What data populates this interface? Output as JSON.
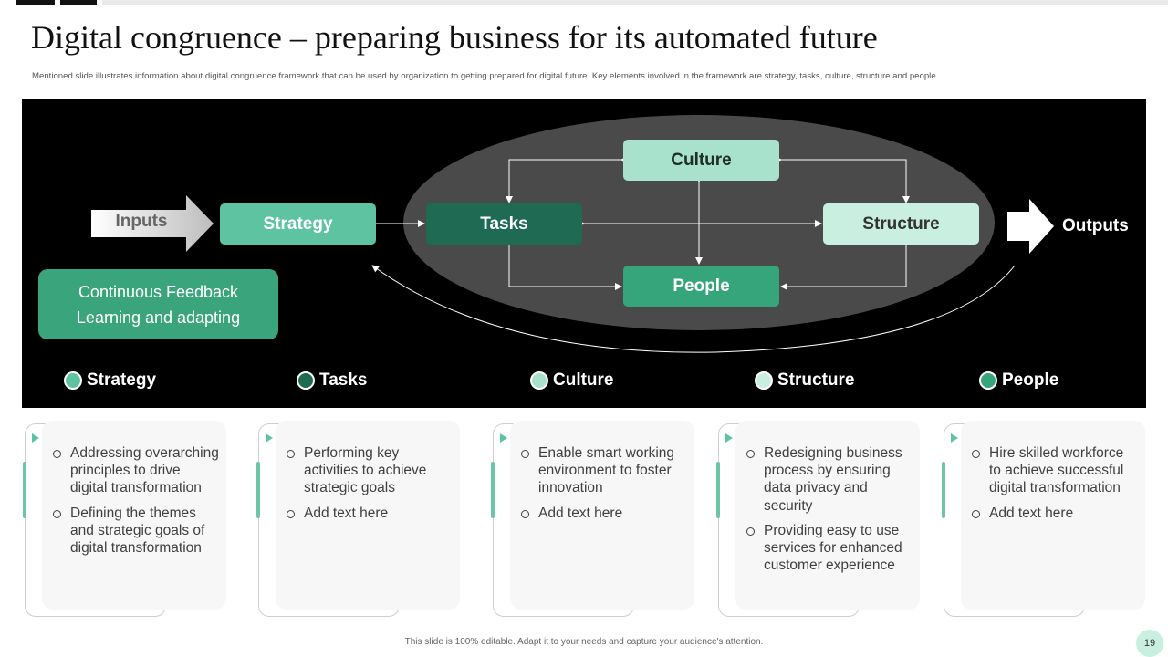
{
  "title": "Digital congruence – preparing business for its automated future",
  "subtitle": "Mentioned slide illustrates information about digital congruence framework that can be used by organization to getting prepared for digital future. Key elements involved in the framework are strategy, tasks, culture, structure and people.",
  "diagram": {
    "inputs_label": "Inputs",
    "outputs_label": "Outputs",
    "strategy": "Strategy",
    "tasks": "Tasks",
    "culture": "Culture",
    "structure": "Structure",
    "people": "People",
    "feedback_line1": "Continuous Feedback",
    "feedback_line2": "Learning and adapting"
  },
  "legend": [
    {
      "label": "Strategy",
      "color": "#5ec3a0"
    },
    {
      "label": "Tasks",
      "color": "#1f6a52"
    },
    {
      "label": "Culture",
      "color": "#a9e2cc"
    },
    {
      "label": "Structure",
      "color": "#c9efe0"
    },
    {
      "label": "People",
      "color": "#37a57c"
    }
  ],
  "cards": [
    {
      "items": [
        "Addressing overarching principles to drive digital transformation",
        "Defining the themes and strategic goals of digital transformation"
      ]
    },
    {
      "items": [
        "Performing key activities to achieve strategic goals",
        "Add text here"
      ]
    },
    {
      "items": [
        "Enable smart working environment to foster innovation",
        "Add text here"
      ]
    },
    {
      "items": [
        "Redesigning business process by ensuring data privacy and security",
        "Providing easy to use services for enhanced customer experience"
      ]
    },
    {
      "items": [
        "Hire skilled workforce to achieve successful digital transformation",
        "Add text here"
      ]
    }
  ],
  "footer": "This slide is 100% editable. Adapt it to your needs and capture your audience's attention.",
  "page_number": "19",
  "colors": {
    "accent": "#5ec3a0",
    "dark_green": "#1f6a52",
    "panel_bg": "#000000",
    "ellipse": "#4a4a4a"
  }
}
